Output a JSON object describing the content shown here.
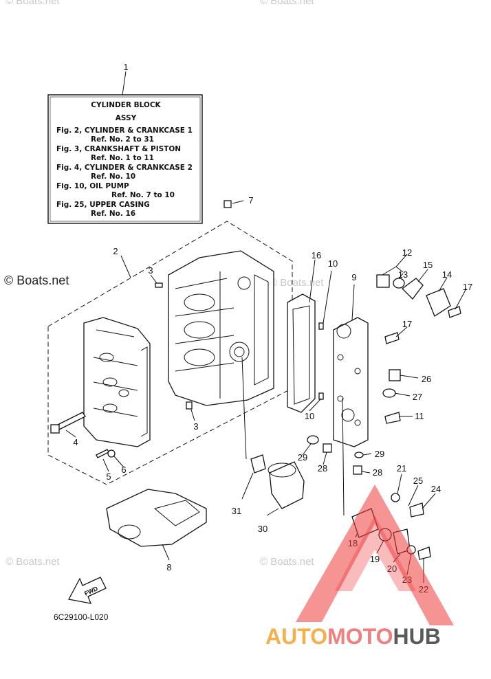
{
  "info_box": {
    "callout": "1",
    "lines": [
      "CYLINDER BLOCK",
      "ASSY",
      "Fig. 2, CYLINDER & CRANKCASE 1",
      "Ref. No. 2 to 31",
      "Fig. 3, CRANKSHAFT & PISTON",
      "Ref. No. 1 to 11",
      "Fig. 4, CYLINDER & CRANKCASE 2",
      "Ref. No. 10",
      "Fig. 10, OIL PUMP",
      "Ref. No. 7 to 10",
      "Fig. 25, UPPER CASING",
      "Ref. No. 16"
    ]
  },
  "callouts": [
    "2",
    "3",
    "3",
    "4",
    "5",
    "6",
    "7",
    "8",
    "9",
    "10",
    "10",
    "11",
    "12",
    "13",
    "14",
    "15",
    "16",
    "17",
    "17",
    "18",
    "19",
    "20",
    "21",
    "22",
    "23",
    "24",
    "25",
    "26",
    "27",
    "28",
    "28",
    "29",
    "29",
    "30",
    "31"
  ],
  "watermarks": {
    "top_left": "© Boats.net",
    "top_center": "© Boats.net",
    "main": "© Boats.net",
    "mid_center": "© Boats.net",
    "bottom_left": "© Boats.net",
    "bottom_center": "© Boats.net"
  },
  "fwd_label": "FWD",
  "part_number": "6C29100-L020",
  "logo": {
    "auto": "AUTO",
    "moto": "MOTO",
    "hub": "HUB",
    "colors": {
      "auto": "#f6b04b",
      "moto": "#f07f7f",
      "hub": "#5a5a5a",
      "triangle": "#ef3b3b"
    }
  }
}
